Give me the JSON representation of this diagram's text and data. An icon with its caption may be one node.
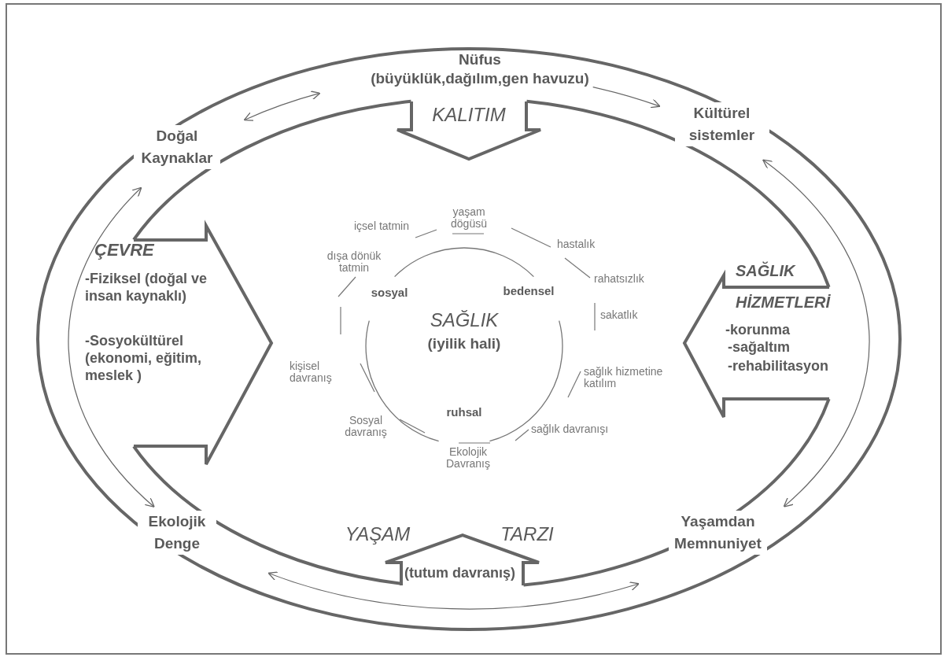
{
  "diagram": {
    "nodes": [
      {
        "text": [
          "Nüfus",
          "(büyüklük,dağılım,gen havuzu)"
        ]
      },
      {
        "text": [
          "KALITIM"
        ]
      },
      {
        "text": [
          "Kültürel sistemler"
        ]
      },
      {
        "text": [
          "Doğal Kaynaklar"
        ]
      },
      {
        "text": [
          "ÇEVRE",
          "-Fiziksel (doğal ve insan kaynaklı)",
          "-Sosyokültürel (ekonomi, eğitim, meslek )"
        ]
      },
      {
        "text": [
          "SAĞLIK",
          "(iyilik hali)",
          "sosyal",
          "bedensel",
          "ruhsal"
        ]
      },
      {
        "text": [
          "SAĞLIK HİZMETLERİ",
          "-korunma",
          "-sağaltım",
          "-rehabilitasyon"
        ]
      },
      {
        "text": [
          "Ekolojik Denge"
        ]
      },
      {
        "text": [
          "YAŞAM",
          "TARZI",
          "(tutum davranış)"
        ]
      },
      {
        "text": [
          "Yaşamdan Memnuniyet"
        ]
      }
    ],
    "edges": [
      {
        "from": 3,
        "to": 0,
        "arrow": "both"
      },
      {
        "from": 0,
        "to": 2,
        "arrow": "to"
      },
      {
        "from": 2,
        "to": 9,
        "arrow": "both"
      },
      {
        "from": 9,
        "to": 7,
        "arrow": "both"
      },
      {
        "from": 7,
        "to": 3,
        "arrow": "both"
      }
    ],
    "labels": [
      "yaşam dögüsü",
      "içsel tatmin",
      "hastalık",
      "dışa dönük tatmin",
      "rahatsızlık",
      "sakatlık",
      "kişisel davranış",
      "sağlık hizmetine katılım",
      "Sosyal davranış",
      "sağlık davranışı",
      "Ekolojik Davranış"
    ]
  }
}
